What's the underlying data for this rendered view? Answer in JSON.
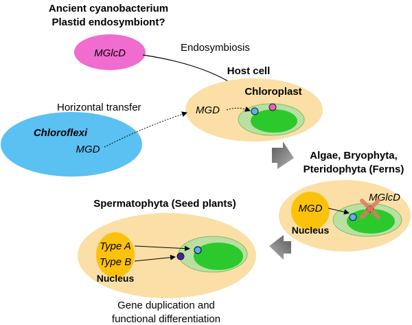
{
  "title": {
    "line1": "Ancient cyanobacterium",
    "line2": "Plastid endosymbiont?"
  },
  "cyanobacterium": {
    "gene": "MGlcD"
  },
  "chloroflexi": {
    "name": "Chloroflexi",
    "gene": "MGD"
  },
  "arrows": {
    "endosymbiosis": "Endosymbiosis",
    "horizontal_transfer": "Horizontal transfer"
  },
  "host_cell": {
    "title": "Host cell",
    "chloroplast": "Chloroplast",
    "gene": "MGD"
  },
  "algae": {
    "line1": "Algae, Bryophyta,",
    "line2": "Pteridophyta (Ferns)",
    "gene": "MGD",
    "nucleus": "Nucleus",
    "lost_gene": "MGlcD"
  },
  "seed_plants": {
    "title": "Spermatophyta (Seed plants)",
    "type_a": "Type A",
    "type_b": "Type B",
    "nucleus": "Nucleus",
    "caption_line1": "Gene duplication and",
    "caption_line2": "functional differentiation"
  },
  "colors": {
    "cyanobacterium": "#f06ccf",
    "chloroflexi": "#5bc0f2",
    "cell": "#fbdfa6",
    "nucleus": "#fbc20c",
    "chloroplast_outer": "#bfe3a8",
    "chloroplast_inner": "#2cc92c",
    "protein_blue": "#5bb2ea",
    "protein_pink": "#ea5fb9",
    "protein_red": "#e8314a",
    "protein_purple": "#4b1ca3",
    "cross": "#e1795f",
    "arrow_gray": "#7c7c7c"
  }
}
